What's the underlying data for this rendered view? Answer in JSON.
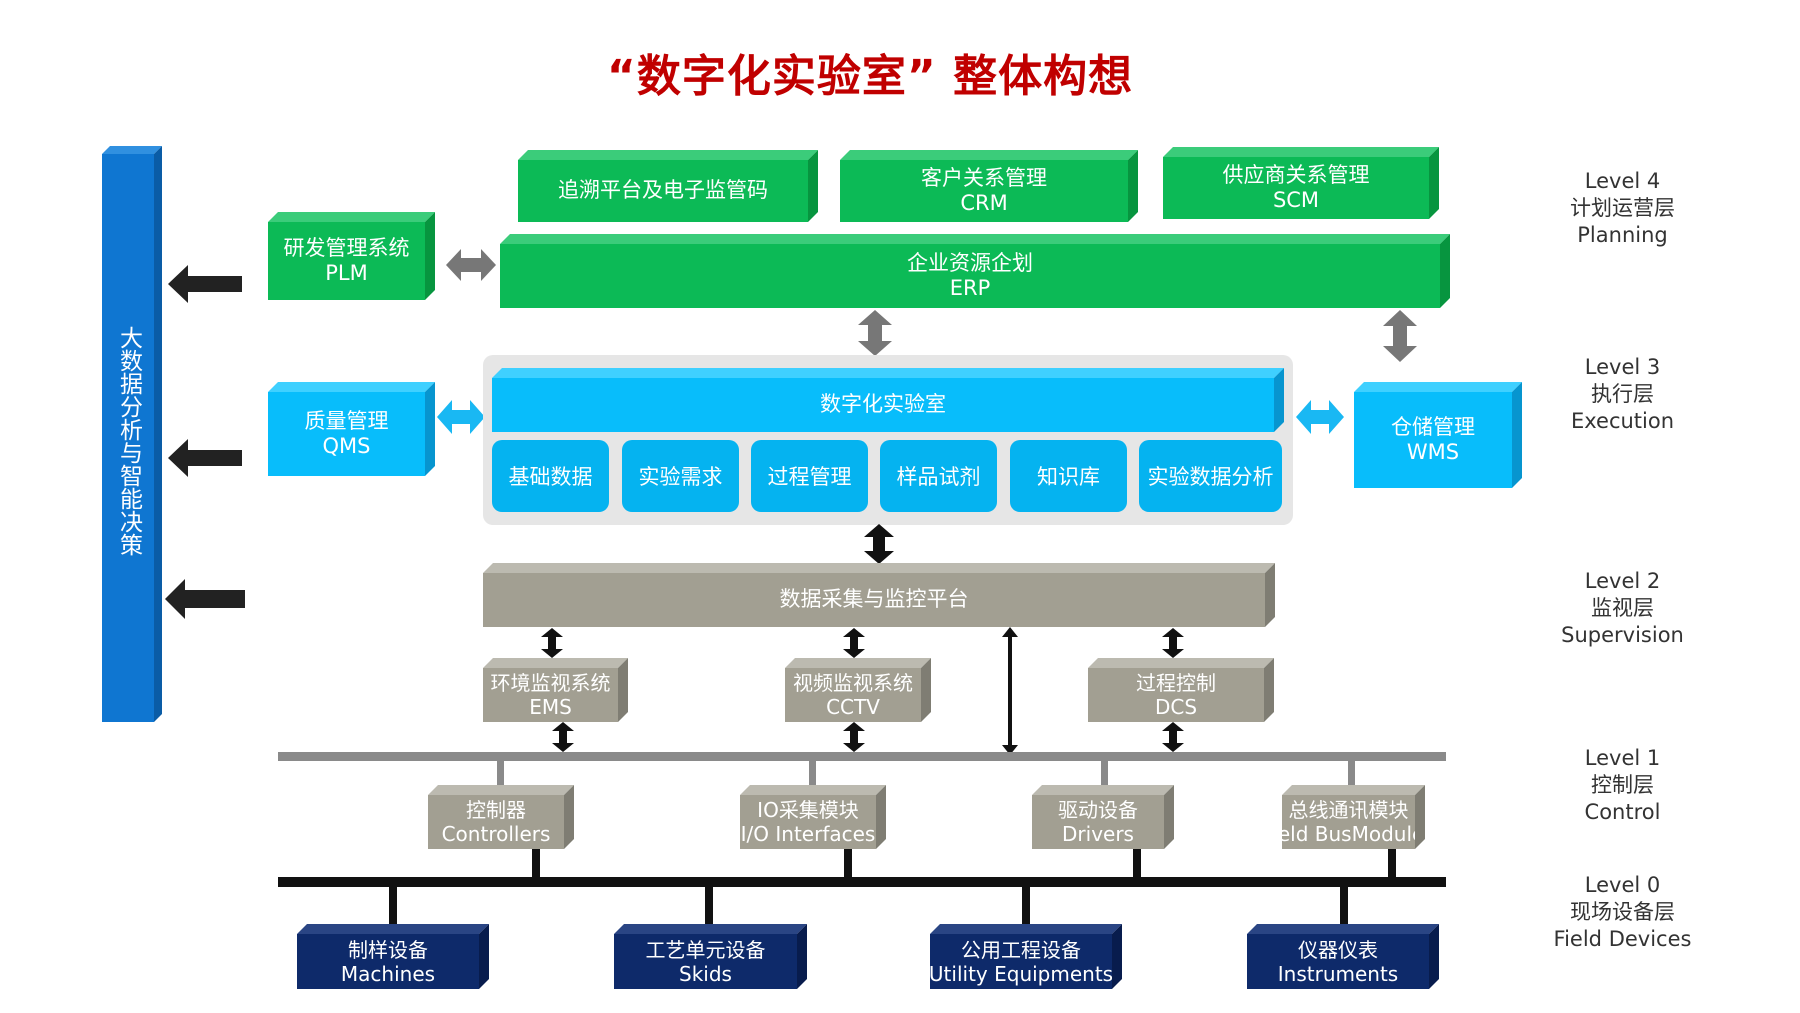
{
  "title": "“数字化实验室” 整体构想",
  "sidebar": {
    "label": "大数据分析与智能决策"
  },
  "level4": {
    "traceability": {
      "line1": "追溯平台及电子监管码"
    },
    "crm": {
      "line1": "客户关系管理",
      "line2": "CRM"
    },
    "scm": {
      "line1": "供应商关系管理",
      "line2": "SCM"
    },
    "plm": {
      "line1": "研发管理系统",
      "line2": "PLM"
    },
    "erp": {
      "line1": "企业资源企划",
      "line2": "ERP"
    }
  },
  "level3": {
    "qms": {
      "line1": "质量管理",
      "line2": "QMS"
    },
    "wms": {
      "line1": "仓储管理",
      "line2": "WMS"
    },
    "lab": {
      "header": "数字化实验室",
      "modules": [
        "基础数据",
        "实验需求",
        "过程管理",
        "样品试剂",
        "知识库",
        "实验数据分析"
      ]
    }
  },
  "level2": {
    "platform": "数据采集与监控平台",
    "ems": {
      "line1": "环境监视系统",
      "line2": "EMS"
    },
    "cctv": {
      "line1": "视频监视系统",
      "line2": "CCTV"
    },
    "dcs": {
      "line1": "过程控制",
      "line2": "DCS"
    }
  },
  "level1": {
    "controllers": {
      "line1": "控制器",
      "line2": "Controllers"
    },
    "io": {
      "line1": "IO采集模块",
      "line2": "I/O Interfaces"
    },
    "drivers": {
      "line1": "驱动设备",
      "line2": "Drivers"
    },
    "fieldbus": {
      "line1": "总线通讯模块",
      "line2": "Field BusModules"
    }
  },
  "level0": {
    "machines": {
      "line1": "制样设备",
      "line2": "Machines"
    },
    "skids": {
      "line1": "工艺单元设备",
      "line2": "Skids"
    },
    "utility": {
      "line1": "公用工程设备",
      "line2": "Utility Equipments"
    },
    "instruments": {
      "line1": "仪器仪表",
      "line2": "Instruments"
    }
  },
  "levels": [
    {
      "level": "Level 4",
      "cn": "计划运营层",
      "en": "Planning"
    },
    {
      "level": "Level 3",
      "cn": "执行层",
      "en": "Execution"
    },
    {
      "level": "Level 2",
      "cn": "监视层",
      "en": "Supervision"
    },
    {
      "level": "Level 1",
      "cn": "控制层",
      "en": "Control"
    },
    {
      "level": "Level 0",
      "cn": "现场设备层",
      "en": "Field Devices"
    }
  ],
  "colors": {
    "title": "#c00000",
    "planning_green": "#0cba56",
    "execution_cyan": "#08bdfb",
    "supervision_gray": "#a29f92",
    "field_navy": "#0e2a6a",
    "sidebar_blue": "#0f76d1"
  }
}
